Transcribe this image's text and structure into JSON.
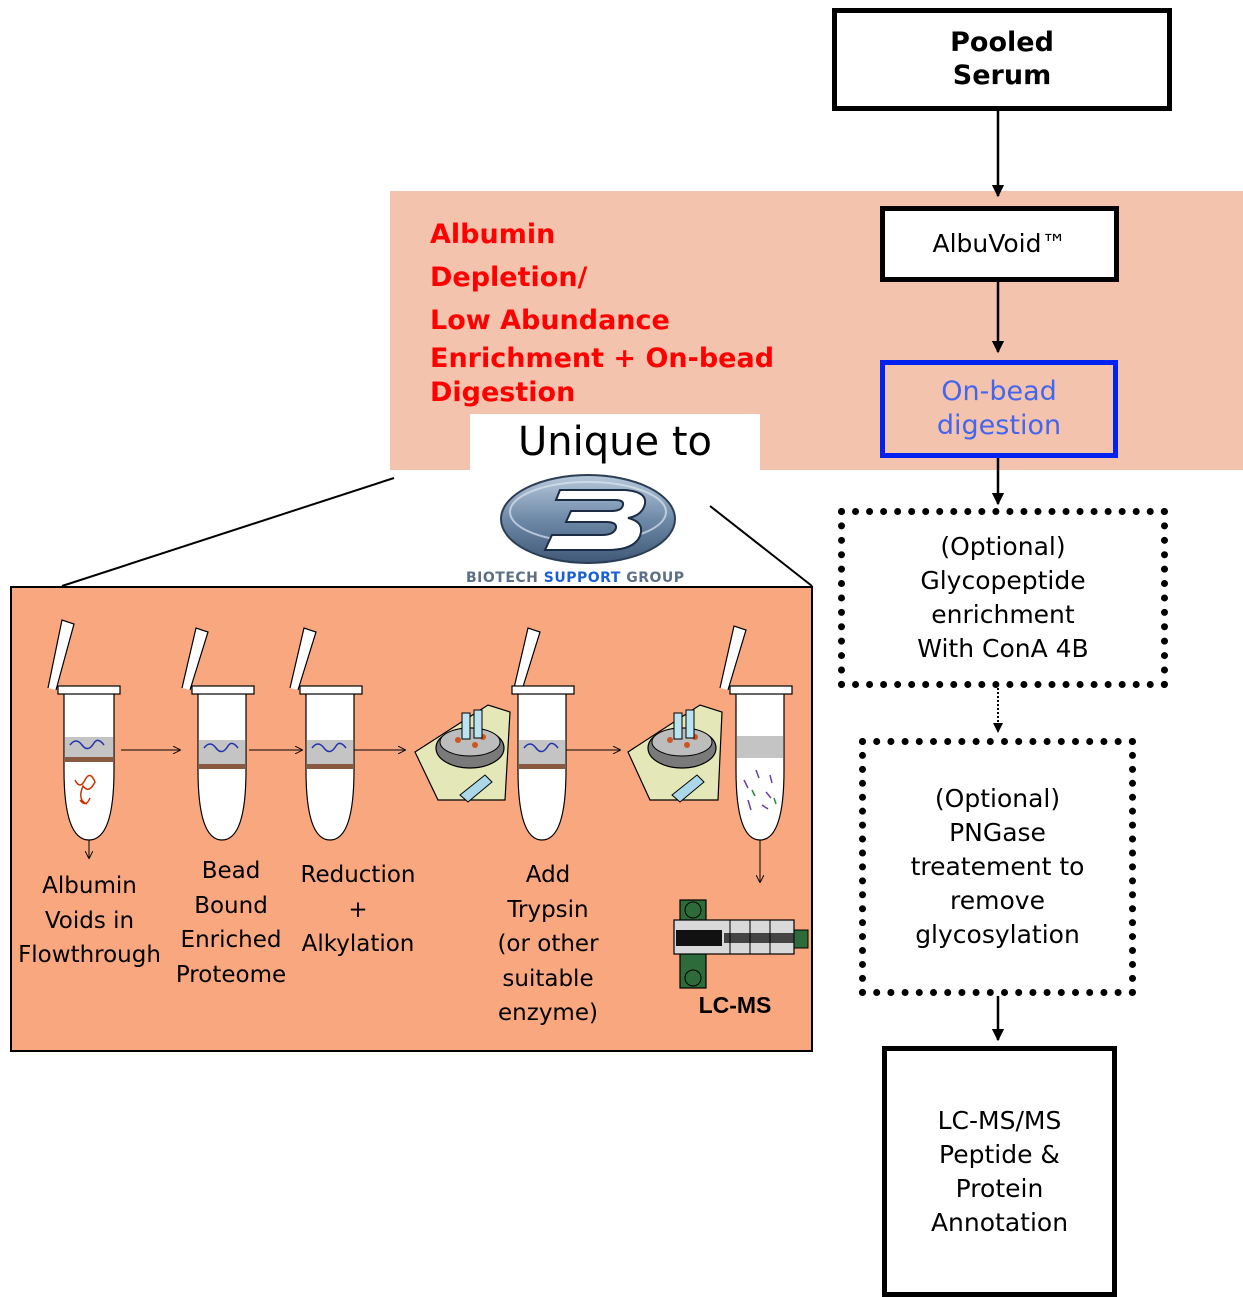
{
  "nodes": {
    "pooled_serum": "Pooled\nSerum",
    "albuvoid": "AlbuVoid™",
    "on_bead_digestion": "On-bead\ndigestion",
    "glycopeptide": "(Optional)\nGlycopeptide\nenrichment\nWith ConA 4B",
    "pngase": "(Optional)\nPNGase\ntreatement to\nremove\nglycosylation",
    "lcmsms": "LC-MS/MS\nPeptide &\nProtein\nAnnotation"
  },
  "band": {
    "title_lines": [
      "Albumin",
      "Depletion/",
      "Low Abundance",
      "Enrichment + On-bead",
      "Digestion"
    ],
    "unique_to": "Unique to",
    "logo_text_1": "BIOTECH ",
    "logo_text_2": "SUPPORT",
    "logo_text_3": " GROUP"
  },
  "workflow_steps": {
    "step1": "Albumin\nVoids in\nFlowthrough",
    "step2": "Bead\nBound\nEnriched\nProteome",
    "step3": "Reduction\n+\nAlkylation",
    "step4": "Add\nTrypsin\n(or other\nsuitable\nenzyme)",
    "lcms": "LC-MS"
  },
  "colors": {
    "band_fill": "#f4c3ae",
    "panel_fill": "#f9a77f",
    "band_title": "#ff0000",
    "on_bead_border": "#0022ee",
    "on_bead_text": "#4466ee",
    "logo_blue": "#1c5fd4"
  }
}
